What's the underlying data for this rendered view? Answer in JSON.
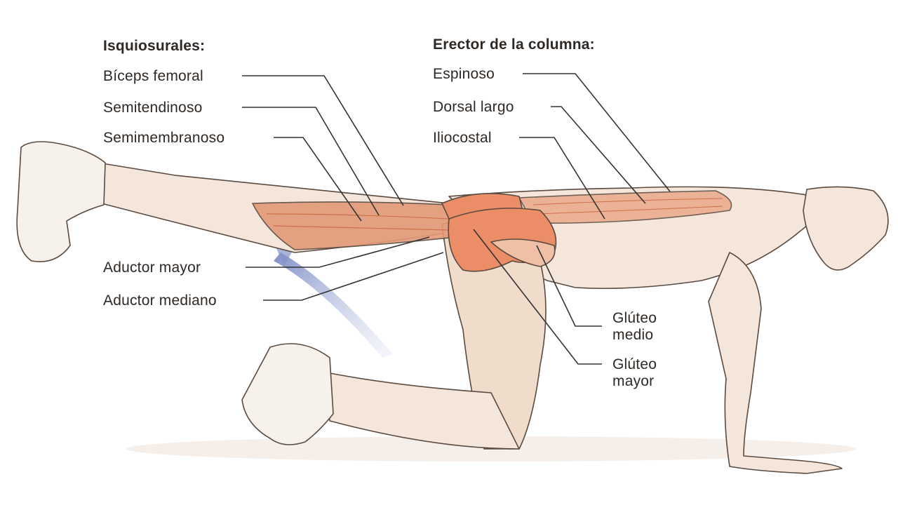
{
  "headers": {
    "hamstrings": "Isquiosurales:",
    "erector": "Erector de la columna:"
  },
  "hamstring_muscles": {
    "biceps": "Bíceps femoral",
    "semitendinoso": "Semitendinoso",
    "semimembranoso": "Semimembranoso"
  },
  "erector_muscles": {
    "espinoso": "Espinoso",
    "dorsal": "Dorsal largo",
    "iliocostal": "Iliocostal"
  },
  "adductors": {
    "mayor": "Aductor mayor",
    "mediano": "Aductor mediano"
  },
  "gluteus": {
    "medio_line1": "Glúteo",
    "medio_line2": "medio",
    "mayor_line1": "Glúteo",
    "mayor_line2": "mayor"
  },
  "colors": {
    "skin": "#f4e6da",
    "skin_shadow": "#e6cdb8",
    "muscle": "#e39a78",
    "muscle_dark": "#cf6f4c",
    "gluteus": "#eb8d67",
    "outline": "#5a4a40",
    "arrow": "#9aa6cf",
    "leader": "#333333"
  }
}
